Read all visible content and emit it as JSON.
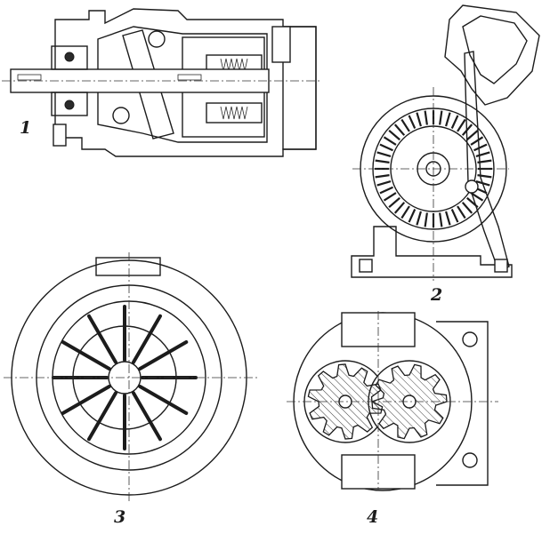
{
  "figures": [
    {
      "id": "axial-piston-pump",
      "label": "1"
    },
    {
      "id": "cross-section-pump",
      "label": "2"
    },
    {
      "id": "vane-pump",
      "label": "3"
    },
    {
      "id": "gear-pump",
      "label": "4"
    }
  ],
  "colors": {
    "ink": "#1c1c1c",
    "paper": "#ffffff",
    "fill": "#d9d9d9"
  }
}
